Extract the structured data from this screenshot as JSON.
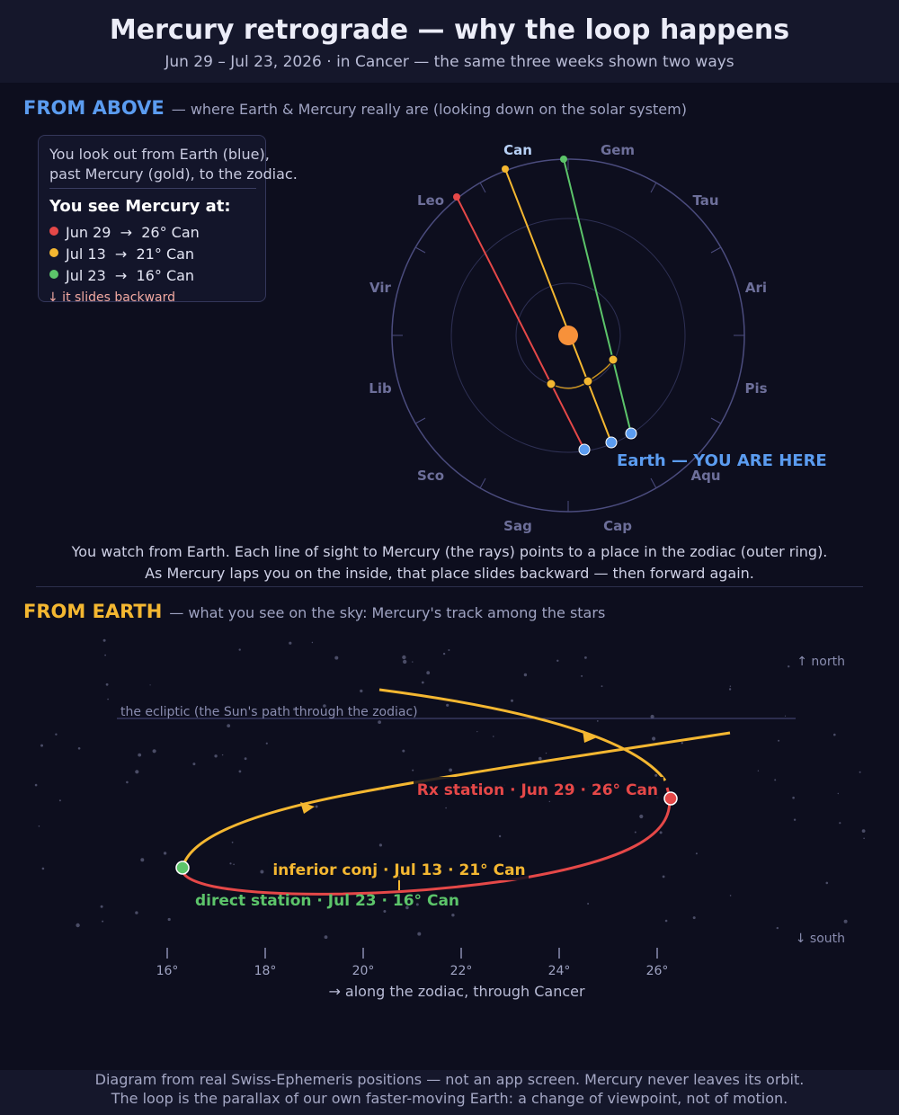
{
  "header": {
    "title": "Mercury retrograde — why the loop happens",
    "subtitle": "Jun 29 – Jul 23, 2026 · in Cancer — the same three weeks shown two ways"
  },
  "section_above": {
    "label": "FROM ABOVE",
    "description": "— where Earth & Mercury really are (looking down on the solar system)"
  },
  "legend": {
    "intro_line1": "You look out from Earth (blue),",
    "intro_line2": "past Mercury (gold), to the zodiac.",
    "heading": "You see Mercury at:",
    "rows": [
      {
        "date": "Jun 29",
        "arrow": "→",
        "position": "26° Can",
        "color": "#e54848"
      },
      {
        "date": "Jul 13",
        "arrow": "→",
        "position": "21° Can",
        "color": "#f4b731"
      },
      {
        "date": "Jul 23",
        "arrow": "→",
        "position": "16° Can",
        "color": "#5cc46a"
      }
    ],
    "footnote": "↓ it slides backward"
  },
  "zodiac_labels": [
    "Ari",
    "Tau",
    "Gem",
    "Can",
    "Leo",
    "Vir",
    "Lib",
    "Sco",
    "Sag",
    "Cap",
    "Aqu",
    "Pis"
  ],
  "highlighted_sign": "Can",
  "earth_label": "Earth — YOU ARE HERE",
  "caption": {
    "line1": "You watch from Earth. Each line of sight to Mercury (the rays) points to a place in the zodiac (outer ring).",
    "line2": "As Mercury laps you on the inside, that place slides backward — then forward again."
  },
  "section_earth": {
    "label": "FROM EARTH",
    "description": "— what you see on the sky: Mercury's track among the stars"
  },
  "sky": {
    "north_label": "↑ north",
    "south_label": "↓ south",
    "ecliptic_label": "the ecliptic (the Sun's path through the zodiac)",
    "rx_station_label": "Rx station · Jun 29 · 26° Can",
    "inferior_conj_label": "inferior conj · Jul 13 · 21° Can",
    "direct_station_label": "direct station · Jul 23 · 16° Can",
    "axis_ticks": [
      "16°",
      "18°",
      "20°",
      "22°",
      "24°",
      "26°"
    ],
    "axis_title": "→ along the zodiac, through Cancer"
  },
  "colors": {
    "earth": "#5b9cf0",
    "mercury": "#f4b731",
    "sun": "#f7913a",
    "retro": "#e54848",
    "direct": "#5cc46a"
  },
  "footer": {
    "line1": "Diagram from real Swiss-Ephemeris positions — not an app screen. Mercury never leaves its orbit.",
    "line2": "The loop is the parallax of our own faster-moving Earth: a change of viewpoint, not of motion."
  }
}
